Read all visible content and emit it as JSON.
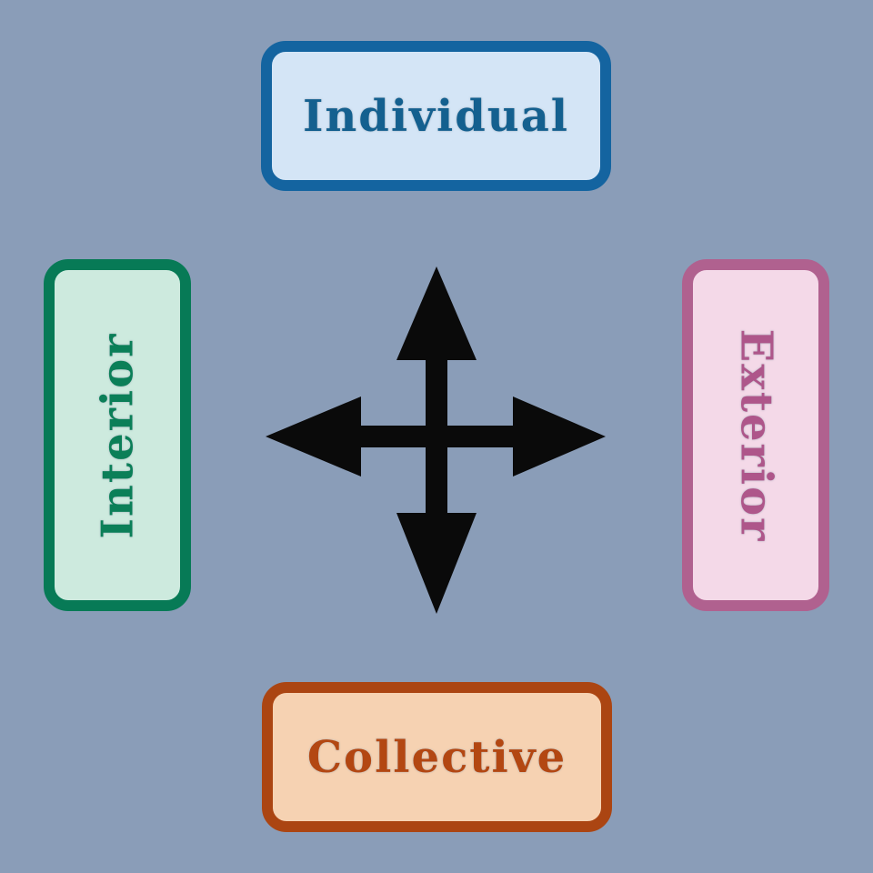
{
  "diagram": {
    "background_color": "#8a9db8",
    "center_icon": {
      "name": "four-way-arrow",
      "color": "#0a0a0a"
    },
    "boxes": {
      "top": {
        "label": "Individual",
        "fill": "#d4e5f6",
        "border_color": "#1464a0",
        "text_color": "#14608f",
        "text_orientation": "horizontal"
      },
      "left": {
        "label": "Interior",
        "fill": "#cdeade",
        "border_color": "#077a56",
        "text_color": "#0b7f58",
        "text_orientation": "vertical-bottom-to-top"
      },
      "right": {
        "label": "Exterior",
        "fill": "#f4d9e8",
        "border_color": "#b0618f",
        "text_color": "#ae568a",
        "text_orientation": "vertical-top-to-bottom"
      },
      "bottom": {
        "label": "Collective",
        "fill": "#f6d2b2",
        "border_color": "#ab4512",
        "text_color": "#b34712",
        "text_orientation": "horizontal"
      }
    }
  }
}
